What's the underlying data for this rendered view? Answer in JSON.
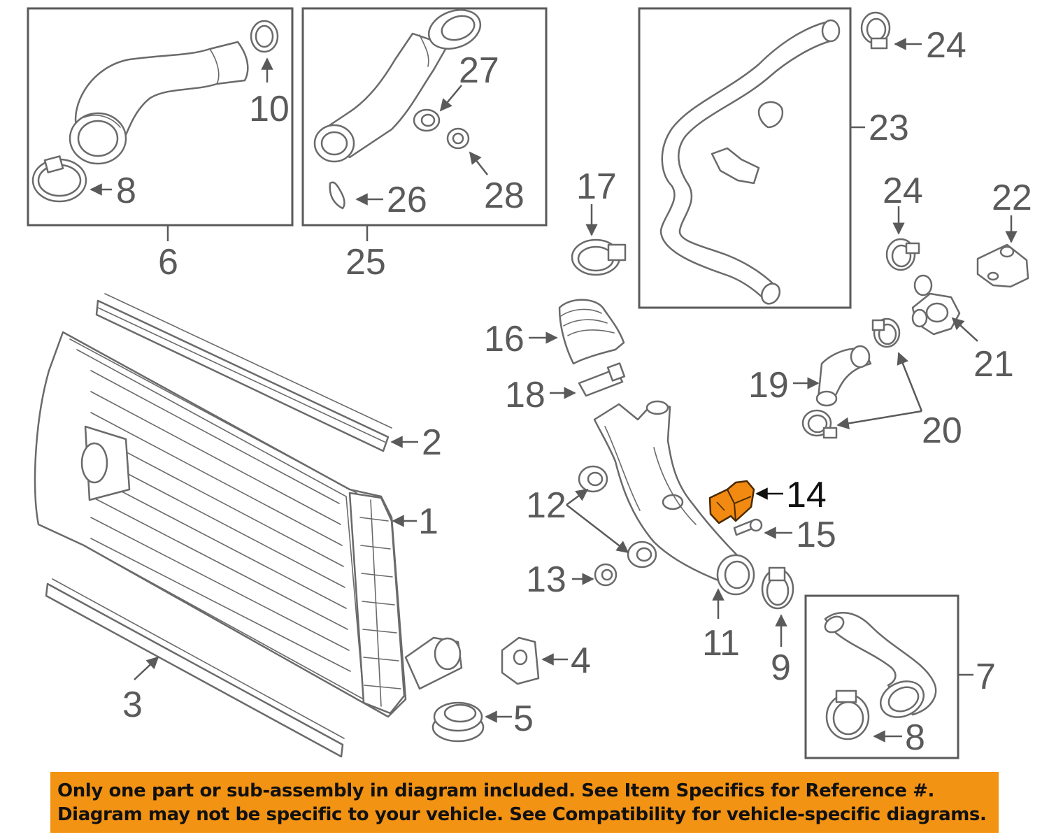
{
  "diagram": {
    "colors": {
      "highlight": "#f28a12",
      "line": "#5a5a5a",
      "banner": "#f39314"
    },
    "callouts": {
      "c1": "1",
      "c2": "2",
      "c3": "3",
      "c4": "4",
      "c5": "5",
      "c6": "6",
      "c7": "7",
      "c8a": "8",
      "c8b": "8",
      "c9": "9",
      "c10": "10",
      "c11": "11",
      "c12": "12",
      "c13": "13",
      "c14": "14",
      "c15": "15",
      "c16": "16",
      "c17": "17",
      "c18": "18",
      "c19": "19",
      "c20": "20",
      "c21": "21",
      "c22": "22",
      "c23": "23",
      "c24a": "24",
      "c24b": "24",
      "c25": "25",
      "c26": "26",
      "c27": "27",
      "c28": "28"
    },
    "highlighted_part": "14"
  },
  "banner": {
    "line1": "Only one part or sub-assembly in diagram included. See Item Specifics for Reference #.",
    "line2": "Diagram may not be specific to your vehicle. See Compatibility for vehicle-specific diagrams."
  }
}
